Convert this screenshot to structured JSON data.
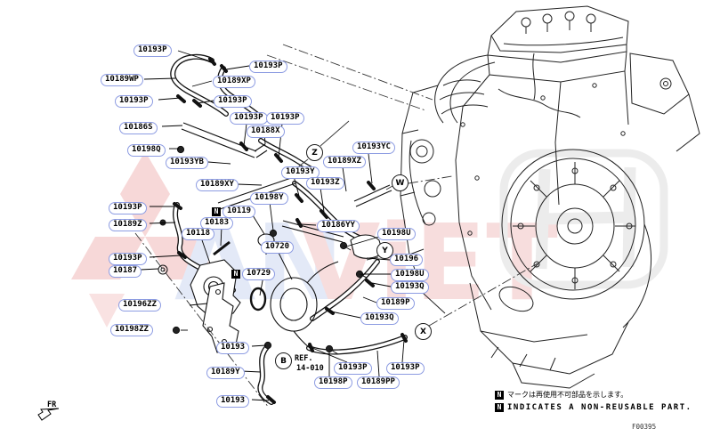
{
  "diagram": {
    "title_hint": "engine-water-hose-parts-diagram",
    "code": "F00395",
    "fr_label": "FR",
    "n_marker": "N",
    "ref_note": {
      "marker": "B",
      "text1": "REF.",
      "text2": "14-010"
    },
    "connectors": [
      {
        "letter": "Z"
      },
      {
        "letter": "W"
      },
      {
        "letter": "Y"
      },
      {
        "letter": "X"
      }
    ],
    "legend": {
      "jp": "マークは再使用不可部品を示します。",
      "en": "INDICATES A NON-REUSABLE PART."
    },
    "labels": [
      {
        "text": "10193P"
      },
      {
        "text": "10193P"
      },
      {
        "text": "10189WP"
      },
      {
        "text": "10189XP"
      },
      {
        "text": "10193P"
      },
      {
        "text": "10193P"
      },
      {
        "text": "10193P"
      },
      {
        "text": "10193P"
      },
      {
        "text": "10188X"
      },
      {
        "text": "10186S"
      },
      {
        "text": "10198Q"
      },
      {
        "text": "10193YB"
      },
      {
        "text": "10193YC"
      },
      {
        "text": "10189XZ"
      },
      {
        "text": "10193Y"
      },
      {
        "text": "10193Z"
      },
      {
        "text": "10189XY"
      },
      {
        "text": "10198Y"
      },
      {
        "text": "10119",
        "n": true
      },
      {
        "text": "10183"
      },
      {
        "text": "10118"
      },
      {
        "text": "10193P"
      },
      {
        "text": "10189Z"
      },
      {
        "text": "10193P"
      },
      {
        "text": "10187"
      },
      {
        "text": "10720"
      },
      {
        "text": "10729",
        "n": true
      },
      {
        "text": "10186YY"
      },
      {
        "text": "10198U"
      },
      {
        "text": "10196"
      },
      {
        "text": "10198U"
      },
      {
        "text": "10193Q"
      },
      {
        "text": "10189P"
      },
      {
        "text": "10193Q"
      },
      {
        "text": "10196ZZ"
      },
      {
        "text": "10198ZZ"
      },
      {
        "text": "10193"
      },
      {
        "text": "10189Y"
      },
      {
        "text": "10193"
      },
      {
        "text": "10193P"
      },
      {
        "text": "10193P"
      },
      {
        "text": "10198P"
      },
      {
        "text": "10189PP"
      }
    ]
  },
  "watermark": {
    "letters_blue": "AN",
    "letters_red": "ViET"
  },
  "colors": {
    "label_outline": "#8d9ce2",
    "line": "#1a1a1a",
    "watermark_pink": "#f7d8d8",
    "watermark_blue": "#e3e9f7",
    "watermark_red": "#f7dddd",
    "watermark_gray": "#ececec"
  }
}
